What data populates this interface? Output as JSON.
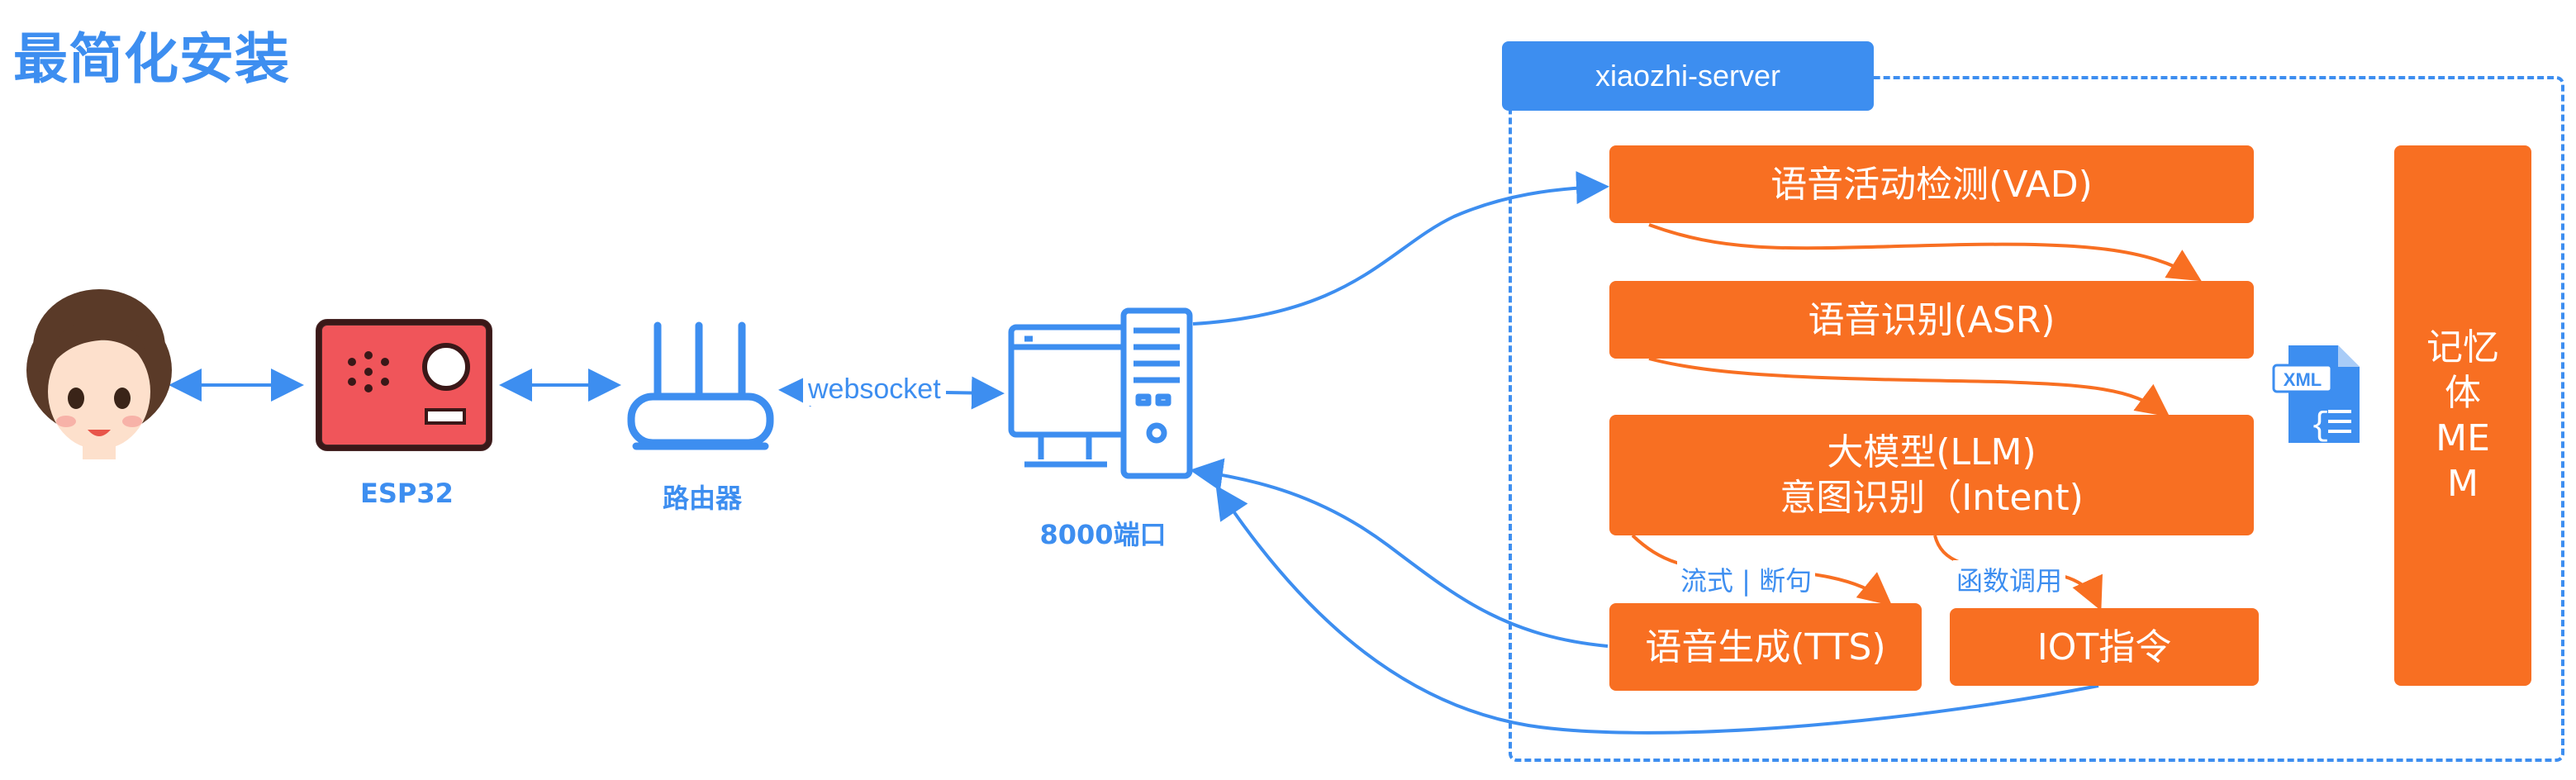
{
  "title": "最简化安装",
  "devices": {
    "esp32_label": "ESP32",
    "router_label": "路由器",
    "server_port_label": "8000端口",
    "websocket_label": "websocket"
  },
  "server": {
    "tag": "xiaozhi-server",
    "vad": "语音活动检测(VAD)",
    "asr": "语音识别(ASR)",
    "llm": "大模型(LLM)\n意图识别（Intent)",
    "tts": "语音生成(TTS)",
    "iot": "IOT指令",
    "memory": "记忆\n体\nME\nM",
    "stream_label": "流式 | 断句",
    "func_label": "函数调用",
    "xml_icon_text": "XML"
  },
  "colors": {
    "blue": "#3d8ef0",
    "orange": "#f86f22",
    "esp_red": "#f0555a"
  }
}
